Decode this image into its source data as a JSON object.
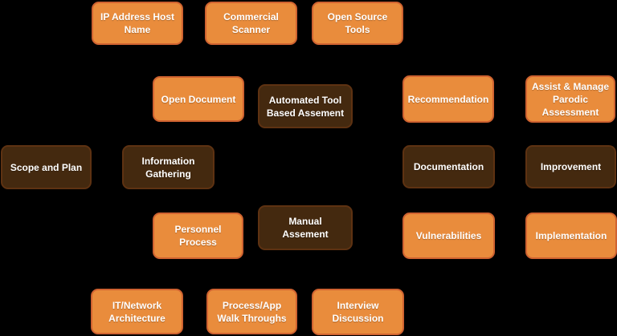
{
  "background_color": "#000000",
  "palette": {
    "orange_fill": "#E98C3C",
    "orange_border": "#CF6230",
    "dark_fill": "#44290F",
    "dark_border": "#5E3212",
    "text_color": "#FFFFFF"
  },
  "nodes": [
    {
      "id": "ip-address-host-name",
      "label": "IP Address Host\nName",
      "style": "orange"
    },
    {
      "id": "commercial-scanner",
      "label": "Commercial\nScanner",
      "style": "orange"
    },
    {
      "id": "open-source-tools",
      "label": "Open Source\nTools",
      "style": "orange"
    },
    {
      "id": "open-document",
      "label": "Open Document",
      "style": "orange"
    },
    {
      "id": "automated-tool-based-assement",
      "label": "Automated Tool\nBased Assement",
      "style": "dark"
    },
    {
      "id": "recommendation",
      "label": "Recommendation",
      "style": "orange"
    },
    {
      "id": "assist-manage-parodic-assessment",
      "label": "Assist & Manage\nParodic\nAssessment",
      "style": "orange"
    },
    {
      "id": "scope-and-plan",
      "label": "Scope and Plan",
      "style": "dark"
    },
    {
      "id": "information-gathering",
      "label": "Information\nGathering",
      "style": "dark"
    },
    {
      "id": "documentation",
      "label": "Documentation",
      "style": "dark"
    },
    {
      "id": "improvement",
      "label": "Improvement",
      "style": "dark"
    },
    {
      "id": "personnel-process",
      "label": "Personnel\nProcess",
      "style": "orange"
    },
    {
      "id": "manual-assement",
      "label": "Manual\nAssement",
      "style": "dark"
    },
    {
      "id": "vulnerabilities",
      "label": "Vulnerabilities",
      "style": "orange"
    },
    {
      "id": "implementation",
      "label": "Implementation",
      "style": "orange"
    },
    {
      "id": "it-network-architecture",
      "label": "IT/Network\nArchitecture",
      "style": "orange"
    },
    {
      "id": "process-app-walk-throughs",
      "label": "Process/App\nWalk Throughs",
      "style": "orange"
    },
    {
      "id": "interview-discussion",
      "label": "Interview\nDiscussion",
      "style": "orange"
    }
  ]
}
